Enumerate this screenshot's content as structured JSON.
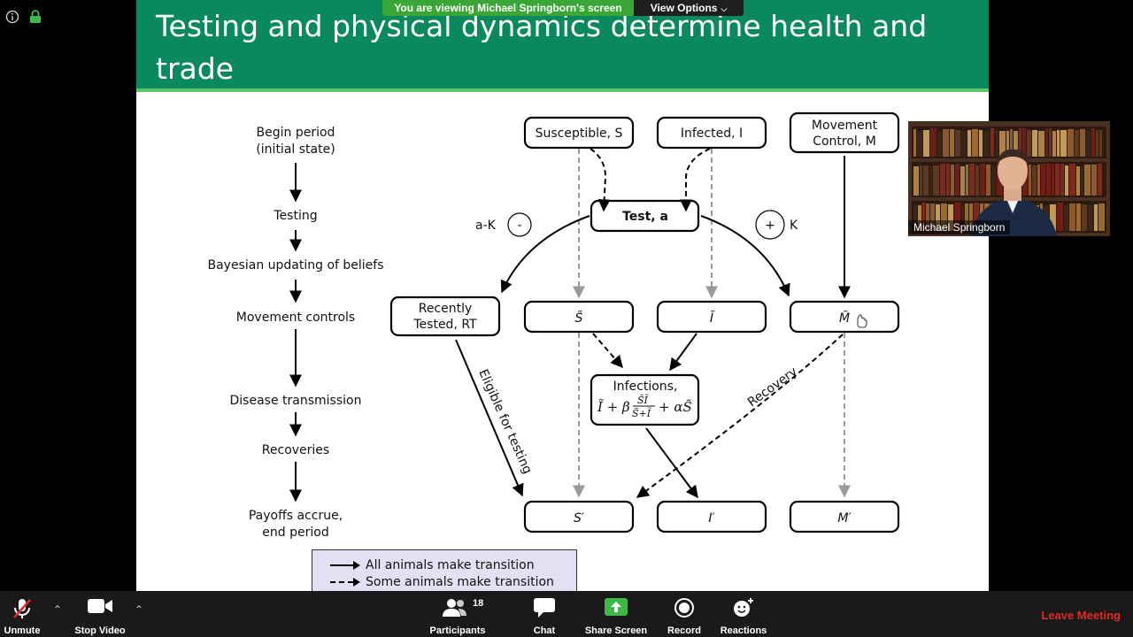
{
  "banner": {
    "sharing_text": "You are viewing Michael Springborn's screen",
    "view_options_label": "View Options"
  },
  "slide": {
    "title_line1": "Testing and physical dynamics determine health and trade",
    "title_line2": "status of herds and update manager’s beliefs",
    "steps": [
      "Begin period",
      "(initial state)",
      "Testing",
      "Bayesian updating of beliefs",
      "Movement controls",
      "Disease transmission",
      "Recoveries",
      "Payoffs accrue,",
      "end period"
    ],
    "nodes": {
      "susceptible": "Susceptible, S",
      "infected": "Infected, I",
      "movement_control_1": "Movement",
      "movement_control_2": "Control, M",
      "test": "Test, a",
      "recently_tested_1": "Recently",
      "recently_tested_2": "Tested, RT",
      "s_tilde": "S̃",
      "i_tilde": "Ĩ",
      "m_tilde": "M̃",
      "infections_title": "Infections,",
      "s_prime": "S′",
      "i_prime": "I′",
      "m_prime": "M′"
    },
    "labels": {
      "a_minus_k": "a-K",
      "minus": "-",
      "plus": "+",
      "k": "K",
      "eligible": "Eligible for testing",
      "recovery": "Recovery"
    },
    "legend": {
      "solid": "All animals make transition",
      "dashed": "Some animals make transition"
    }
  },
  "video": {
    "participant_name": "Michael Springborn"
  },
  "toolbar": {
    "unmute": "Unmute",
    "stop_video": "Stop Video",
    "participants": "Participants",
    "participants_count": "18",
    "chat": "Chat",
    "share_screen": "Share Screen",
    "record": "Record",
    "reactions": "Reactions",
    "leave": "Leave Meeting"
  },
  "colors": {
    "header_green": "#0a8a5c",
    "banner_green": "#3aa635",
    "leave_red": "#e02828",
    "legend_bg": "#e4e0f3"
  }
}
